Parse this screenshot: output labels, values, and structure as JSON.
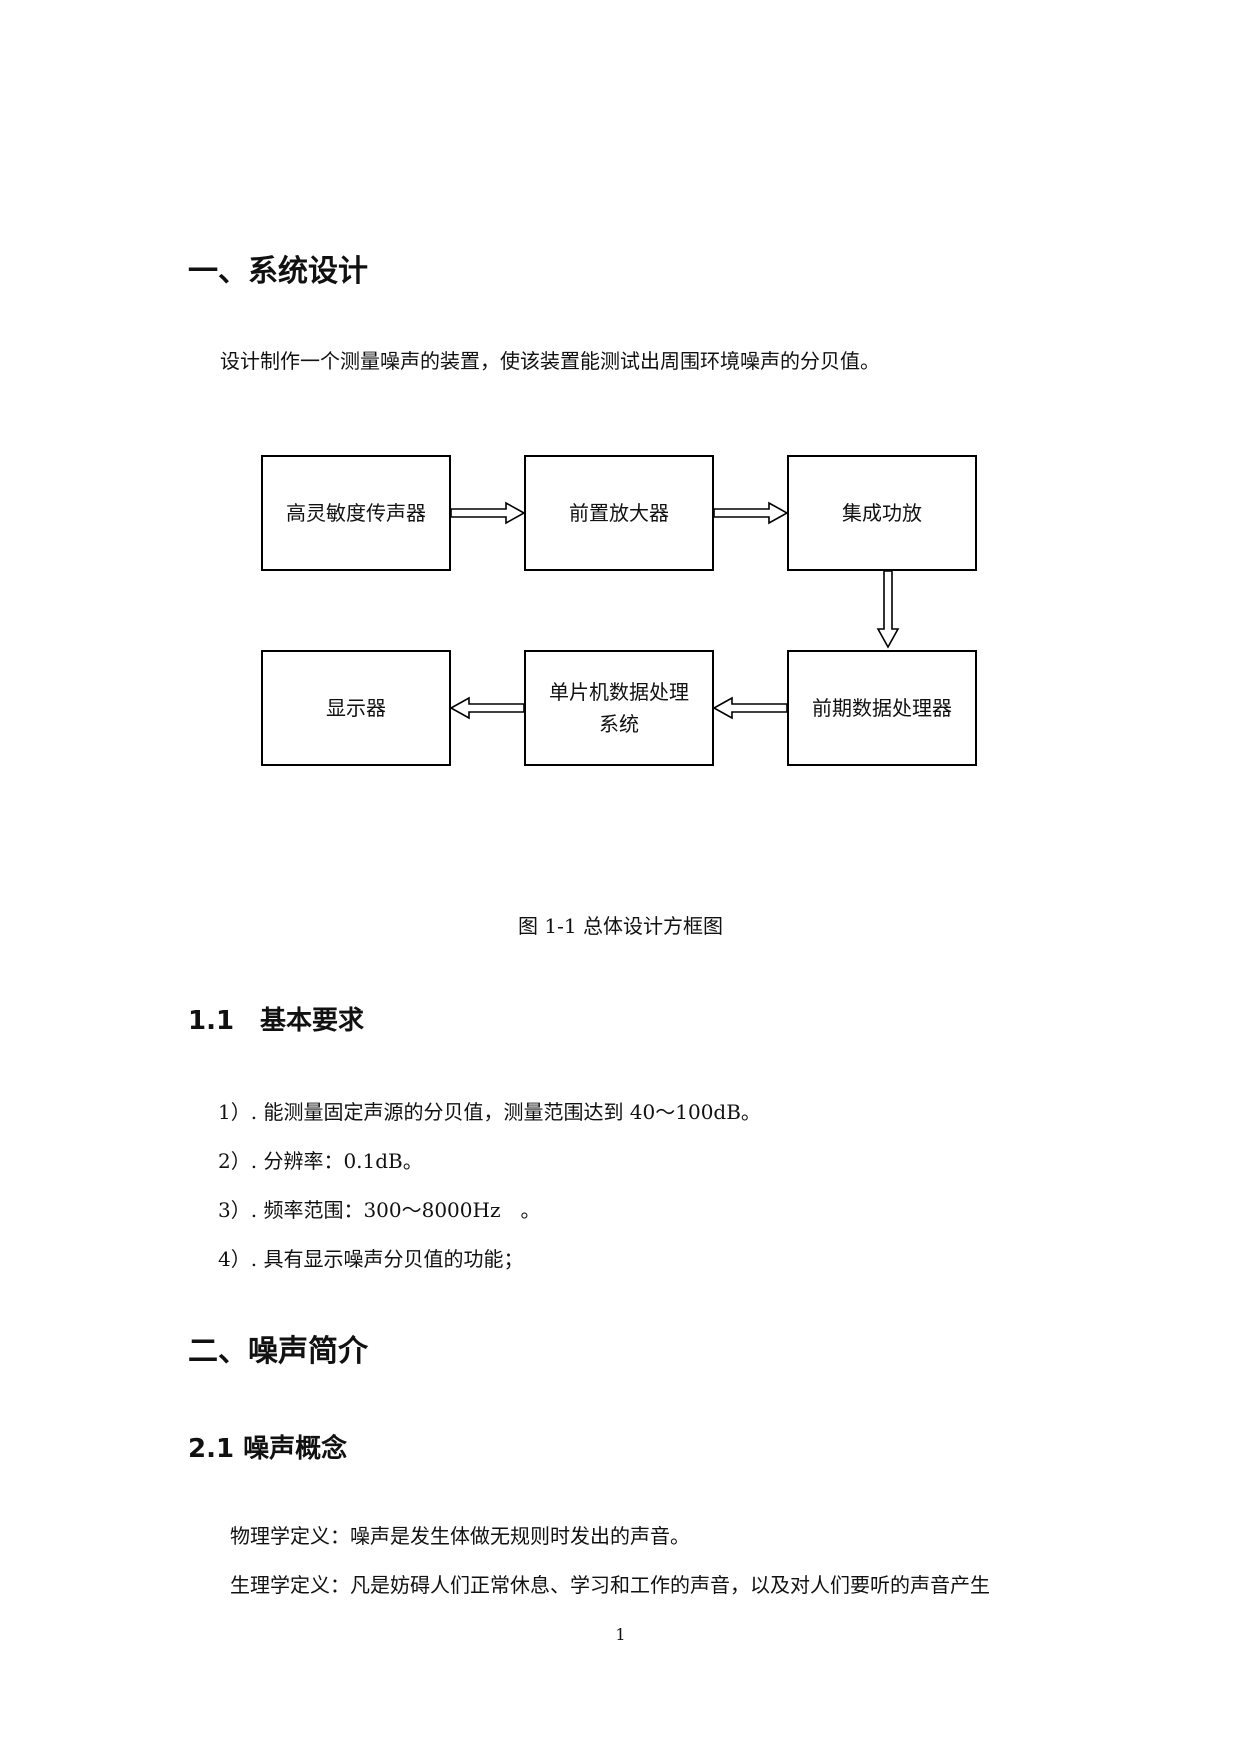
{
  "section1": {
    "heading": "一、系统设计",
    "intro": "设计制作一个测量噪声的装置，使该装置能测试出周围环境噪声的分贝值。"
  },
  "diagram": {
    "boxes": [
      {
        "id": "mic",
        "lines": [
          "高灵敏度传声器"
        ]
      },
      {
        "id": "preamp",
        "lines": [
          "前置放大器"
        ]
      },
      {
        "id": "amp",
        "lines": [
          "集成功放"
        ]
      },
      {
        "id": "preproc",
        "lines": [
          "前期数据处理器"
        ]
      },
      {
        "id": "mcu",
        "lines": [
          "单片机数据处理",
          "系统"
        ]
      },
      {
        "id": "display",
        "lines": [
          "显示器"
        ]
      }
    ],
    "caption": "图 1-1 总体设计方框图"
  },
  "section1_1": {
    "heading": "1.1　基本要求",
    "items": [
      "1）. 能测量固定声源的分贝值，测量范围达到 40～100dB。",
      "2）. 分辨率：0.1dB。",
      "3）. 频率范围：300～8000Hz　。",
      "4）. 具有显示噪声分贝值的功能；"
    ]
  },
  "section2": {
    "heading": "二、噪声简介"
  },
  "section2_1": {
    "heading": "2.1 噪声概念",
    "para1": "物理学定义：噪声是发生体做无规则时发出的声音。",
    "para2": "生理学定义：凡是妨碍人们正常休息、学习和工作的声音，以及对人们要听的声音产生"
  },
  "footer": {
    "page_number": "1"
  }
}
